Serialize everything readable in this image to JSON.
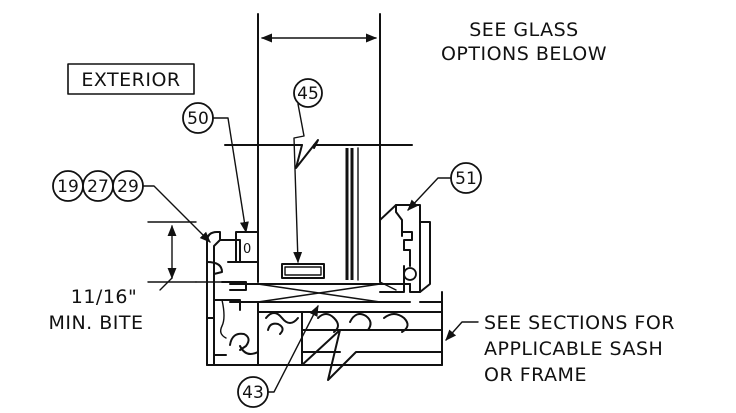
{
  "notes": {
    "glass_line1": "SEE GLASS",
    "glass_line2": "OPTIONS BELOW",
    "exterior": "EXTERIOR",
    "bite_line1": "11/16\"",
    "bite_line2": "MIN. BITE",
    "sections_line1": "SEE SECTIONS FOR",
    "sections_line2": "APPLICABLE SASH",
    "sections_line3": "OR FRAME"
  },
  "callouts": {
    "c45": "45",
    "c50": "50",
    "c19": "19",
    "c27": "27",
    "c29": "29",
    "c51": "51",
    "c43": "43"
  }
}
